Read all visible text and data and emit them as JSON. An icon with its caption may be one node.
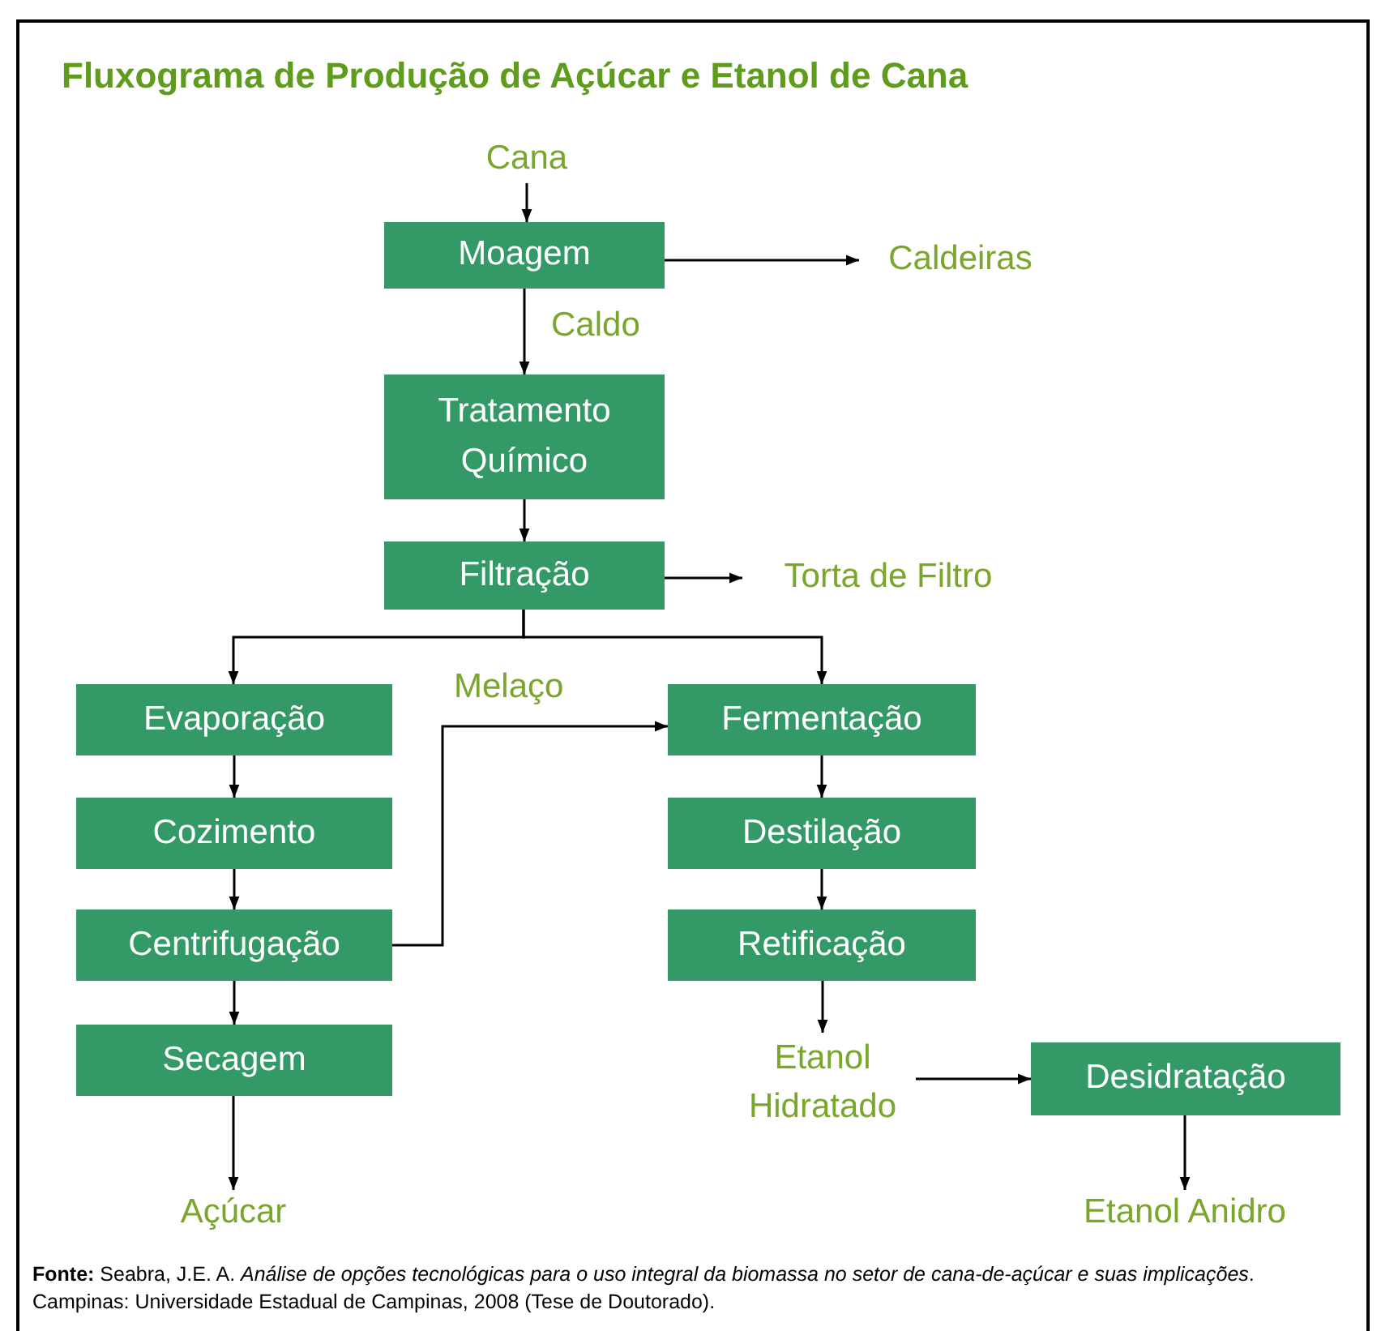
{
  "diagram": {
    "title": "Fluxograma de Produção de Açúcar e Etanol de Cana",
    "caption": "**Fonte:** Seabra, J.E. A. *Análise de opções tecnológicas para o uso integral da biomassa no setor de cana-de-açúcar e suas implicações*. Campinas: Universidade Estadual de Campinas, 2008 (Tese de Doutorado).",
    "nodes": [
      {
        "text": [
          "Cana"
        ]
      },
      {
        "text": [
          "Moagem"
        ]
      },
      {
        "text": [
          "Caldeiras"
        ]
      },
      {
        "text": [
          "Tratamento Químico"
        ]
      },
      {
        "text": [
          "Filtração"
        ]
      },
      {
        "text": [
          "Torta de Filtro"
        ]
      },
      {
        "text": [
          "Evaporação"
        ]
      },
      {
        "text": [
          "Cozimento"
        ]
      },
      {
        "text": [
          "Centrifugação"
        ]
      },
      {
        "text": [
          "Secagem"
        ]
      },
      {
        "text": [
          "Açúcar"
        ]
      },
      {
        "text": [
          "Fermentação"
        ]
      },
      {
        "text": [
          "Destilação"
        ]
      },
      {
        "text": [
          "Retificação"
        ]
      },
      {
        "text": [
          "Etanol Hidratado"
        ]
      },
      {
        "text": [
          "Desidratação"
        ]
      },
      {
        "text": [
          "Etanol Anidro"
        ]
      }
    ],
    "edges": [
      {
        "from": 0,
        "to": 1,
        "arrow": "to"
      },
      {
        "from": 1,
        "to": 2,
        "arrow": "to"
      },
      {
        "from": 1,
        "to": 3,
        "arrow": "to",
        "label": "Caldo"
      },
      {
        "from": 3,
        "to": 4,
        "arrow": "to"
      },
      {
        "from": 4,
        "to": 5,
        "arrow": "to"
      },
      {
        "from": 4,
        "to": 6,
        "arrow": "to"
      },
      {
        "from": 4,
        "to": 11,
        "arrow": "to"
      },
      {
        "from": 6,
        "to": 7,
        "arrow": "to"
      },
      {
        "from": 7,
        "to": 8,
        "arrow": "to"
      },
      {
        "from": 8,
        "to": 9,
        "arrow": "to"
      },
      {
        "from": 9,
        "to": 10,
        "arrow": "to"
      },
      {
        "from": 8,
        "to": 11,
        "arrow": "to",
        "label": "Melaço"
      },
      {
        "from": 11,
        "to": 12,
        "arrow": "to"
      },
      {
        "from": 12,
        "to": 13,
        "arrow": "to"
      },
      {
        "from": 13,
        "to": 14,
        "arrow": "to"
      },
      {
        "from": 14,
        "to": 15,
        "arrow": "to"
      },
      {
        "from": 15,
        "to": 16,
        "arrow": "to"
      }
    ]
  }
}
